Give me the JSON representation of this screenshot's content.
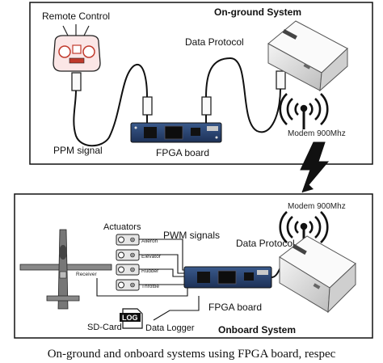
{
  "ground": {
    "title": "On-ground System",
    "remote_control": "Remote Control",
    "data_protocol": "Data Protocol",
    "ppm_signal": "PPM signal",
    "fpga_board": "FPGA board",
    "modem": "Modem 900Mhz"
  },
  "onboard": {
    "title": "Onboard System",
    "actuators": "Actuators",
    "pwm_signals": "PWM signals",
    "aileron": "Aileron",
    "elevator": "Elevator",
    "rudder": "Rudder",
    "throttle": "Throttle",
    "receiver": "Receiver",
    "modem": "Modem 900Mhz",
    "data_protocol": "Data Protocol",
    "fpga_board": "FPGA board",
    "sd_card": "SD-Card",
    "log_icon_text": "LOG",
    "data_logger": "Data Logger"
  },
  "caption": "On-ground and onboard systems using FPGA board, respec"
}
